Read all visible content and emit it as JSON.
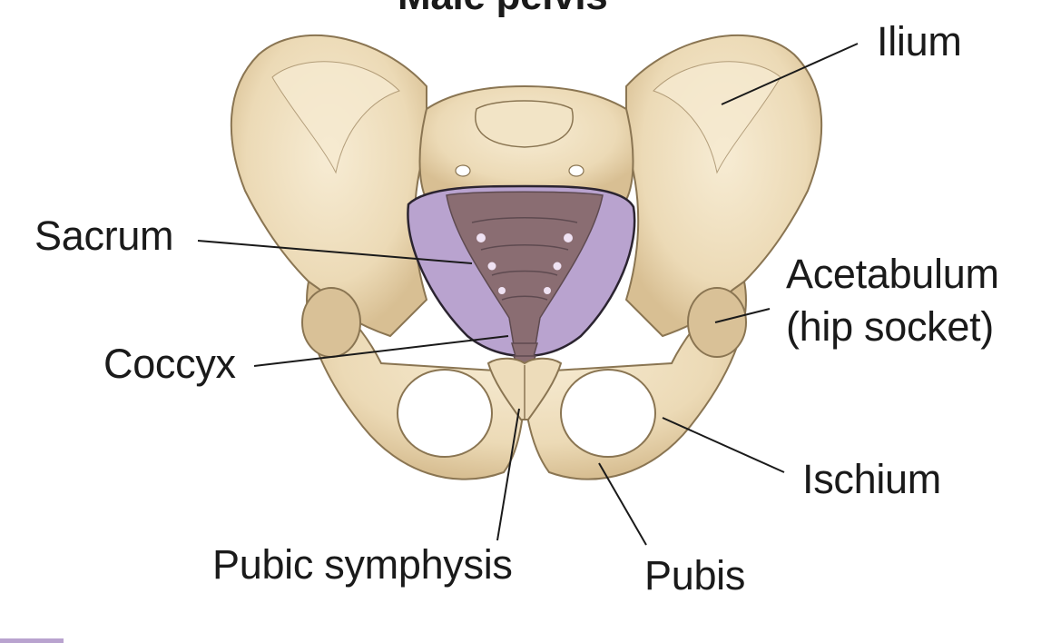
{
  "title": "Male pelvis",
  "labels": {
    "ilium": "Ilium",
    "sacrum": "Sacrum",
    "acetabulum_line1": "Acetabulum",
    "acetabulum_line2": "(hip socket)",
    "coccyx": "Coccyx",
    "ischium": "Ischium",
    "pubic_symphysis": "Pubic symphysis",
    "pubis": "Pubis"
  },
  "colors": {
    "bone": "#eddcba",
    "bone_shadow": "#d9c197",
    "bone_outline": "#8a7552",
    "pelvic_inlet": "#b9a3cf",
    "sacrum_dark": "#8a6d72",
    "leader_line": "#1a1a1a"
  }
}
